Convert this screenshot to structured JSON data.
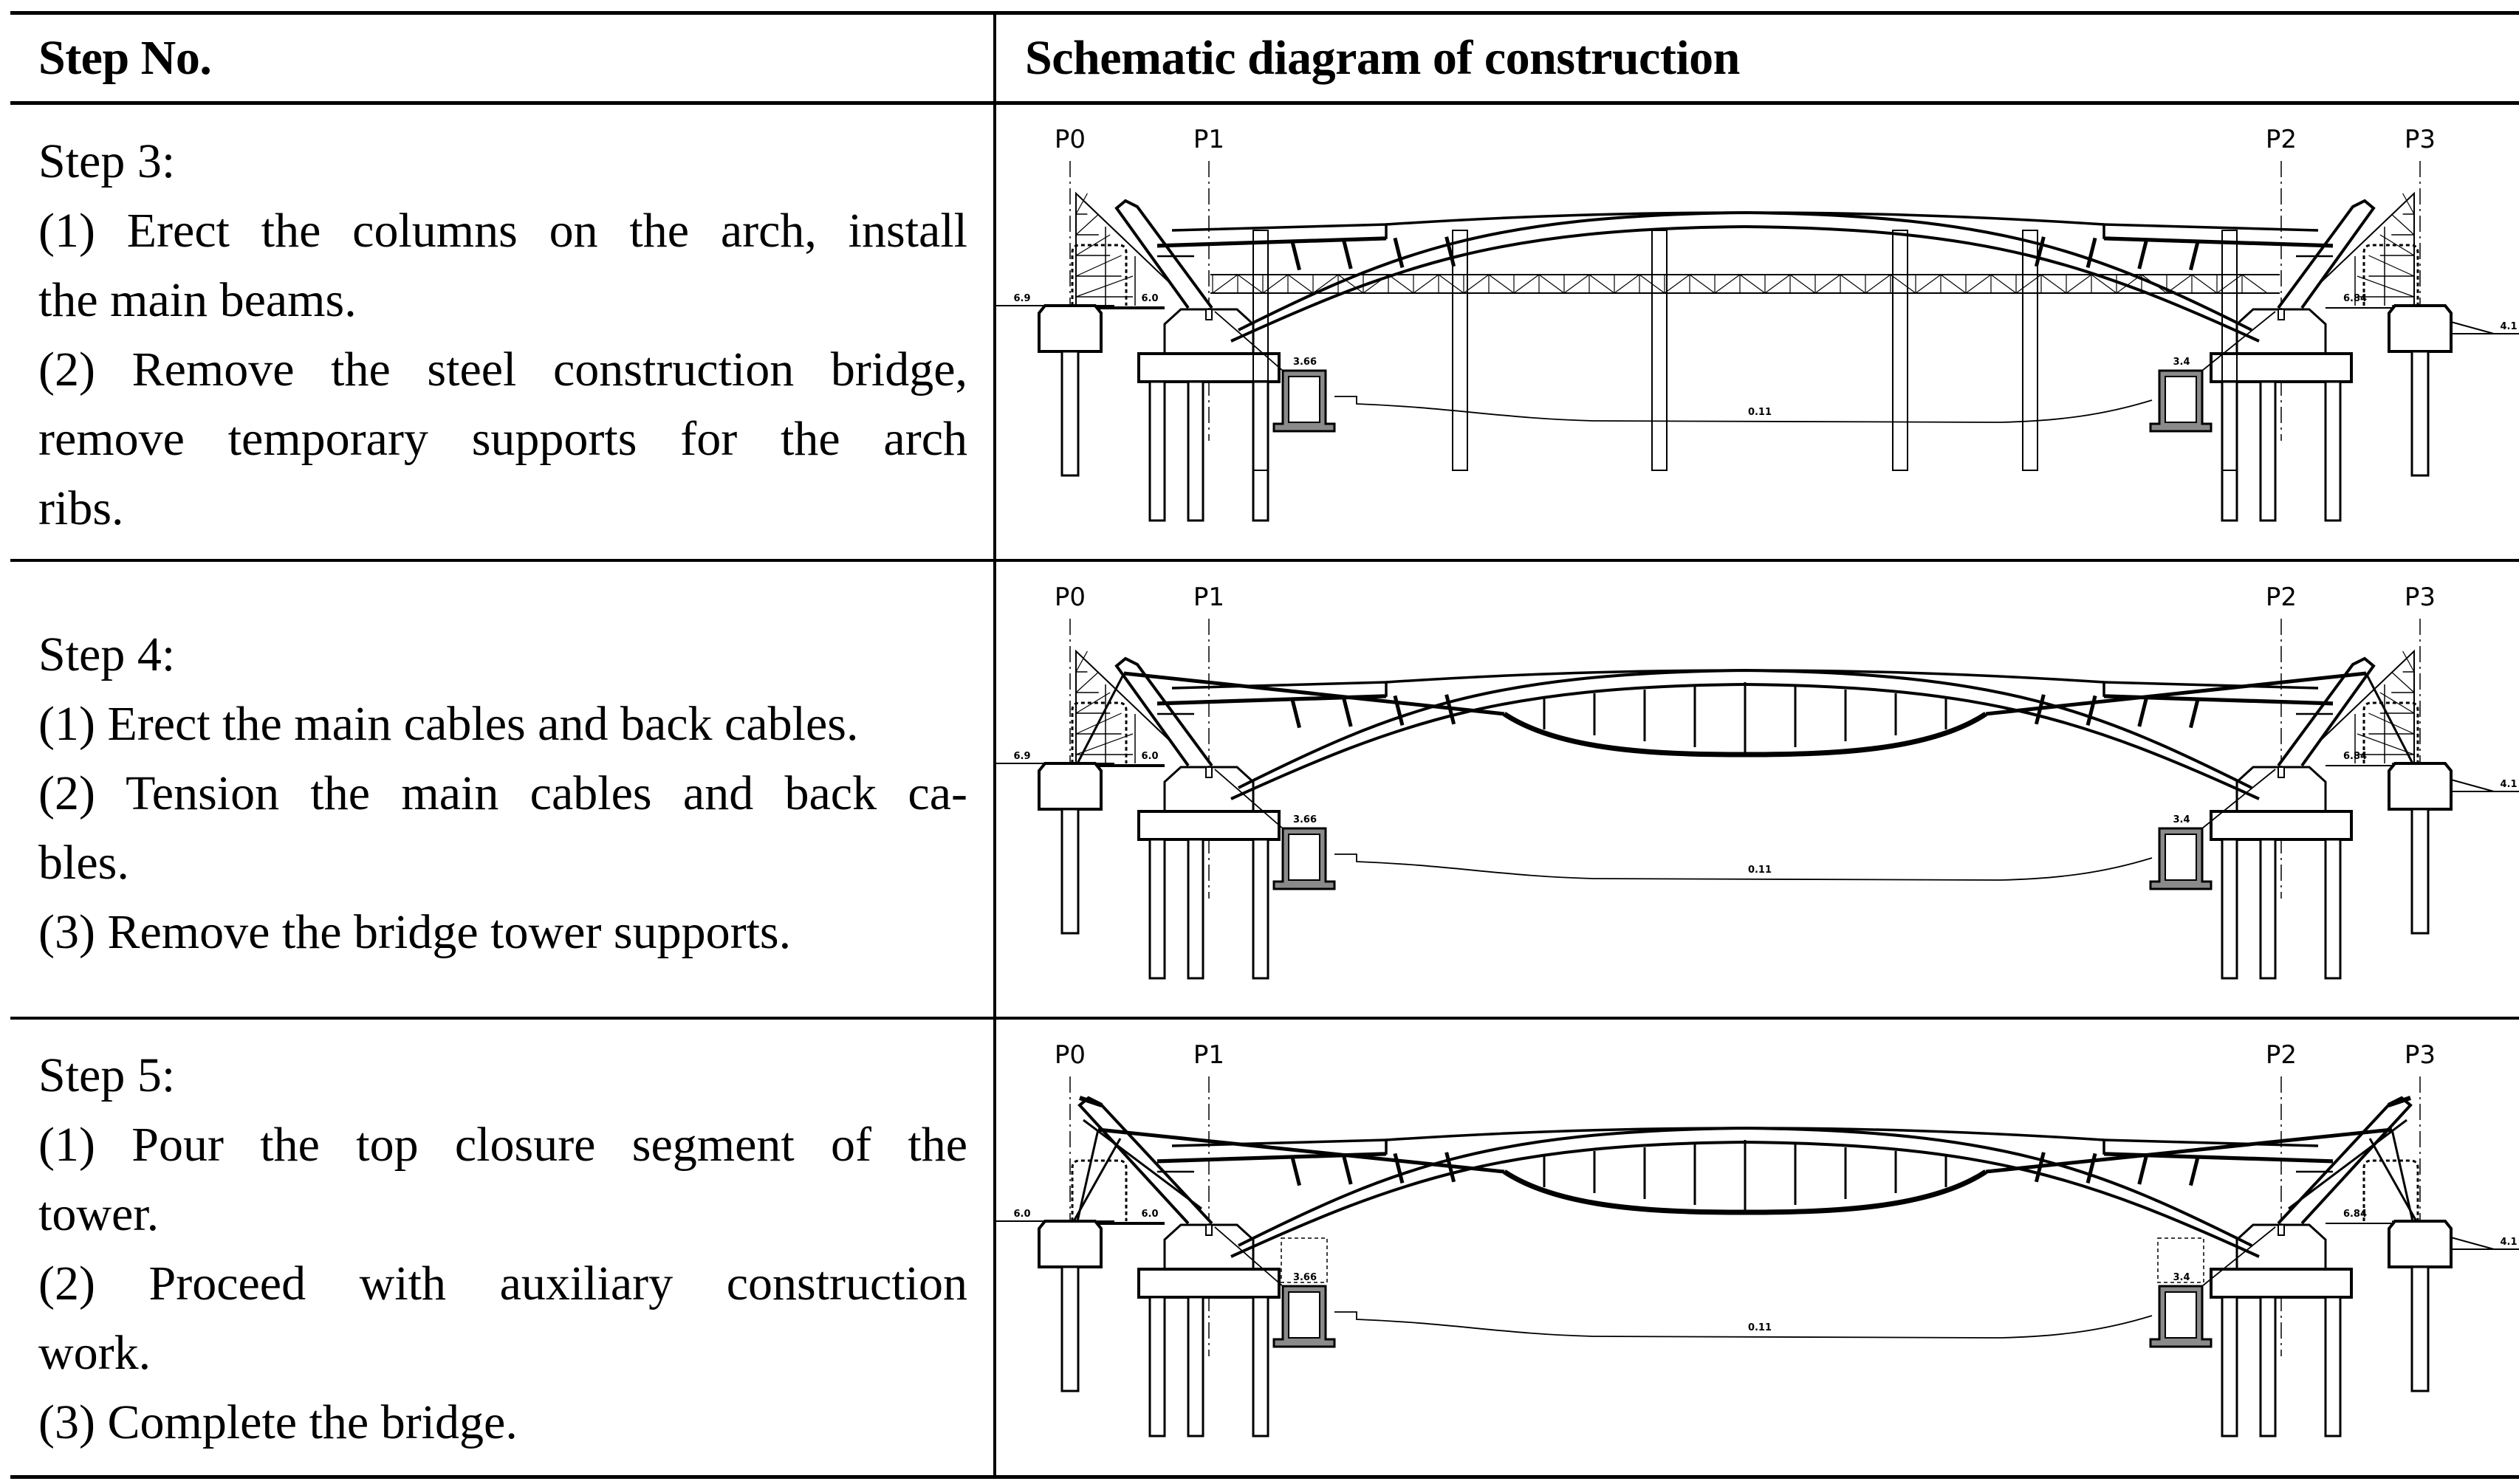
{
  "table": {
    "headers": {
      "step": "Step No.",
      "diagram": "Schematic diagram of construction"
    },
    "rows": [
      {
        "step_title": "Step 3:",
        "lines": [
          {
            "text": "(1) Erect the columns on the arch, install",
            "justify": true
          },
          {
            "text": "the main beams.",
            "justify": false
          },
          {
            "text": "(2) Remove the steel construction bridge,",
            "justify": true
          },
          {
            "text": "remove temporary supports for the arch",
            "justify": true
          },
          {
            "text": "ribs.",
            "justify": false
          }
        ],
        "diagram": {
          "stage": "step3",
          "pier_labels": [
            "P0",
            "P1",
            "P2",
            "P3"
          ],
          "elevations": {
            "left_ground": "6.9",
            "left_platform": "6.0",
            "left_culvert": "3.66",
            "river": "0.11",
            "right_culvert": "3.4",
            "right_platform": "6.84",
            "right_ground": "4.1"
          },
          "features": {
            "scaffold_towers": true,
            "steel_trestle": true,
            "temporary_piers": true,
            "cables": false,
            "tower_closed": false,
            "hangers": false
          }
        }
      },
      {
        "step_title": "Step 4:",
        "lines": [
          {
            "text": "(1) Erect the main cables and back cables.",
            "justify": false
          },
          {
            "text": "(2) Tension the main cables and back ca-",
            "justify": true
          },
          {
            "text": "bles.",
            "justify": false
          },
          {
            "text": "(3) Remove the bridge tower supports.",
            "justify": false
          }
        ],
        "diagram": {
          "stage": "step4",
          "pier_labels": [
            "P0",
            "P1",
            "P2",
            "P3"
          ],
          "elevations": {
            "left_ground": "6.9",
            "left_platform": "6.0",
            "left_culvert": "3.66",
            "river": "0.11",
            "right_culvert": "3.4",
            "right_platform": "6.84",
            "right_ground": "4.1"
          },
          "features": {
            "scaffold_towers": true,
            "steel_trestle": false,
            "temporary_piers": false,
            "cables": true,
            "tower_closed": false,
            "hangers": true
          }
        }
      },
      {
        "step_title": "Step 5:",
        "lines": [
          {
            "text": "(1) Pour the top closure segment of the",
            "justify": true
          },
          {
            "text": "tower.",
            "justify": false
          },
          {
            "text": "(2) Proceed with auxiliary construction",
            "justify": true
          },
          {
            "text": "work.",
            "justify": false
          },
          {
            "text": "(3) Complete the bridge.",
            "justify": false
          }
        ],
        "diagram": {
          "stage": "step5",
          "pier_labels": [
            "P0",
            "P1",
            "P2",
            "P3"
          ],
          "elevations": {
            "left_ground": "6.0",
            "left_platform": "6.0",
            "left_culvert": "3.66",
            "river": "0.11",
            "right_culvert": "3.4",
            "right_platform": "6.84",
            "right_ground": "4.1"
          },
          "features": {
            "scaffold_towers": false,
            "steel_trestle": false,
            "temporary_piers": false,
            "cables": true,
            "tower_closed": true,
            "hangers": true
          }
        }
      }
    ]
  }
}
